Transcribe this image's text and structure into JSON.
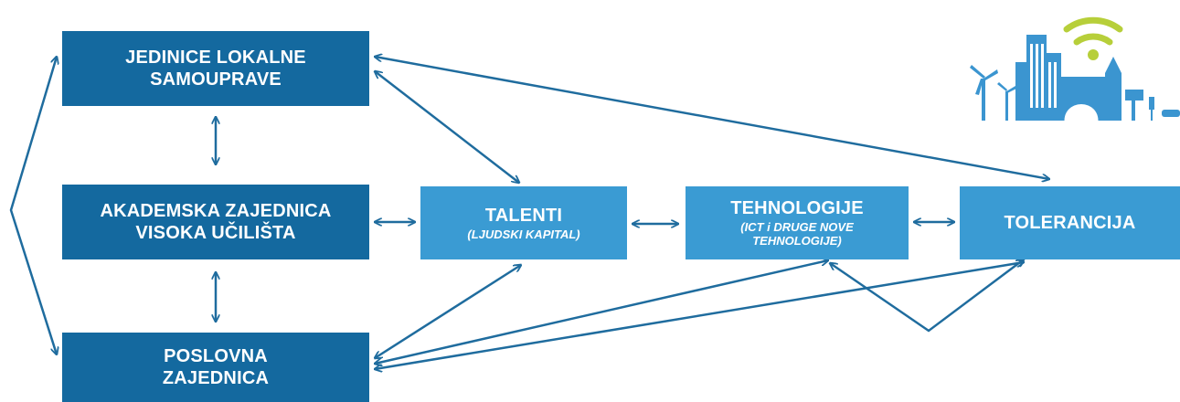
{
  "boxes": {
    "local_gov": {
      "line1": "JEDINICE LOKALNE",
      "line2": "SAMOUPRAVE"
    },
    "academic": {
      "line1": "AKADEMSKA ZAJEDNICA",
      "line2": "VISOKA UČILIŠTA"
    },
    "business": {
      "line1": "POSLOVNA",
      "line2": "ZAJEDNICA"
    },
    "talents": {
      "title": "TALENTI",
      "subtitle": "(LJUDSKI KAPITAL)"
    },
    "technologies": {
      "title": "TEHNOLOGIJE",
      "subtitle_line1": "(ICT i DRUGE NOVE",
      "subtitle_line2": "TEHNOLOGIJE)"
    },
    "tolerance": {
      "title": "TOLERANCIJA"
    }
  },
  "colors": {
    "dark_box": "#14699f",
    "light_box": "#3a9bd3",
    "arrow": "#1f6c9e",
    "logo_blue": "#3b95d0",
    "logo_wifi": "#b7cf3a"
  },
  "logo": {
    "icon": "smart-city-logo-icon"
  }
}
